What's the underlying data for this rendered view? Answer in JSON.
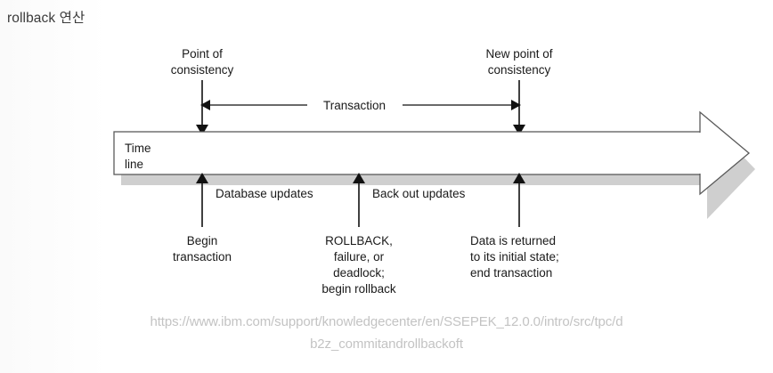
{
  "page": {
    "title": "rollback 연산",
    "background_color": "#fcfcfc"
  },
  "diagram": {
    "type": "timeline-diagram",
    "timeline_label_line1": "Time",
    "timeline_label_line2": "line",
    "span_label": "Transaction",
    "top_markers": [
      {
        "id": "point-of-consistency",
        "line1": "Point of",
        "line2": "consistency"
      },
      {
        "id": "new-point-of-consistency",
        "line1": "New point of",
        "line2": "consistency"
      }
    ],
    "phase_labels": [
      {
        "id": "database-updates",
        "text": "Database updates"
      },
      {
        "id": "back-out-updates",
        "text": "Back out updates"
      }
    ],
    "bottom_markers": [
      {
        "id": "begin-transaction",
        "lines": [
          "Begin",
          "transaction"
        ]
      },
      {
        "id": "rollback-event",
        "lines": [
          "ROLLBACK,",
          "failure, or",
          "deadlock;",
          "begin rollback"
        ]
      },
      {
        "id": "data-returned",
        "lines": [
          "Data is returned",
          "to its initial state;",
          "end transaction"
        ]
      }
    ],
    "colors": {
      "stroke": "#333333",
      "text": "#1a1a1a",
      "shadow": "#cccccc",
      "fill": "#ffffff"
    }
  },
  "caption": {
    "line1": "https://www.ibm.com/support/knowledgecenter/en/SSEPEK_12.0.0/intro/src/tpc/d",
    "line2": "b2z_commitandrollbackoft",
    "color": "#c3c3c3"
  }
}
